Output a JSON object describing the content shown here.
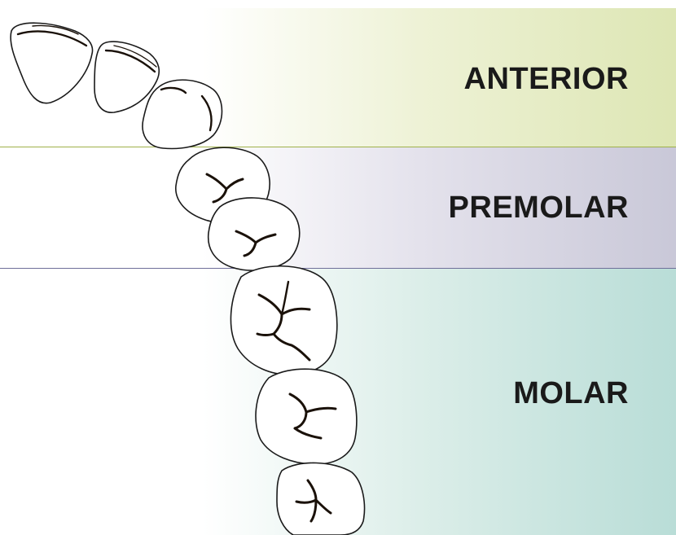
{
  "sections": [
    {
      "label": "ANTERIOR"
    },
    {
      "label": "PREMOLAR"
    },
    {
      "label": "MOLAR"
    }
  ],
  "colors": {
    "anterior": "#dde6b4",
    "premolar": "#c9c8d8",
    "molar": "#b9ddd7",
    "text": "#1a1a1a"
  }
}
